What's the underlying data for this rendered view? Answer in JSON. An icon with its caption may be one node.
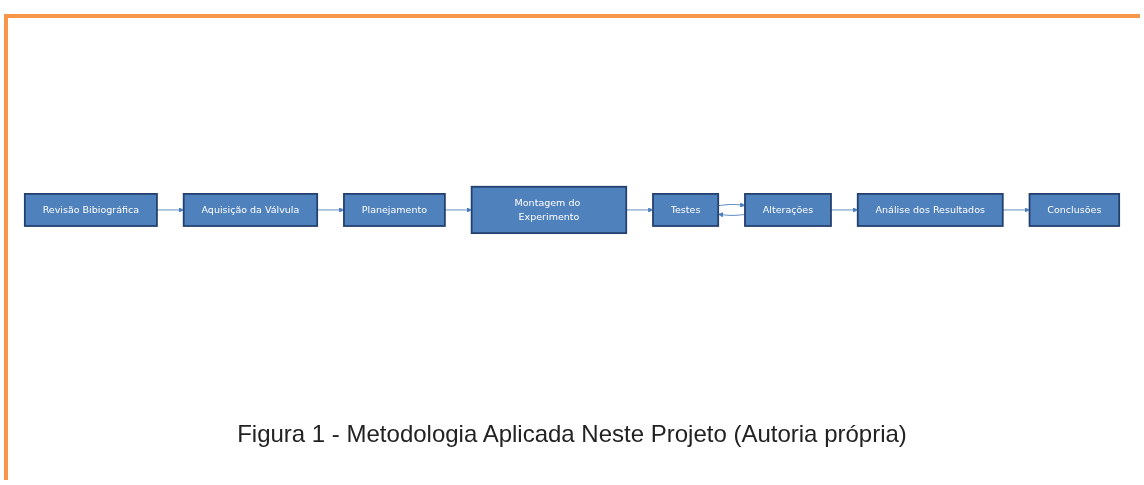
{
  "diagram": {
    "caption": "Figura 1 - Metodologia Aplicada Neste Projeto (Autoria própria)",
    "nodes": [
      {
        "text": [
          "Revisão Bibiográfica"
        ]
      },
      {
        "text": [
          "Aquisição da Válvula"
        ]
      },
      {
        "text": [
          "Planejamento"
        ]
      },
      {
        "text": [
          "Montagem do Experimento"
        ]
      },
      {
        "text": [
          "Testes"
        ]
      },
      {
        "text": [
          "Alterações"
        ]
      },
      {
        "text": [
          "Análise dos Resultados"
        ]
      },
      {
        "text": [
          "Conclusões"
        ]
      }
    ],
    "edges": [
      {
        "from": 0,
        "to": 1,
        "arrow": "to"
      },
      {
        "from": 1,
        "to": 2,
        "arrow": "to"
      },
      {
        "from": 2,
        "to": 3,
        "arrow": "to"
      },
      {
        "from": 3,
        "to": 4,
        "arrow": "to"
      },
      {
        "from": 4,
        "to": 5,
        "arrow": "to"
      },
      {
        "from": 5,
        "to": 4,
        "arrow": "to"
      },
      {
        "from": 5,
        "to": 6,
        "arrow": "to"
      },
      {
        "from": 6,
        "to": 7,
        "arrow": "to"
      }
    ]
  }
}
